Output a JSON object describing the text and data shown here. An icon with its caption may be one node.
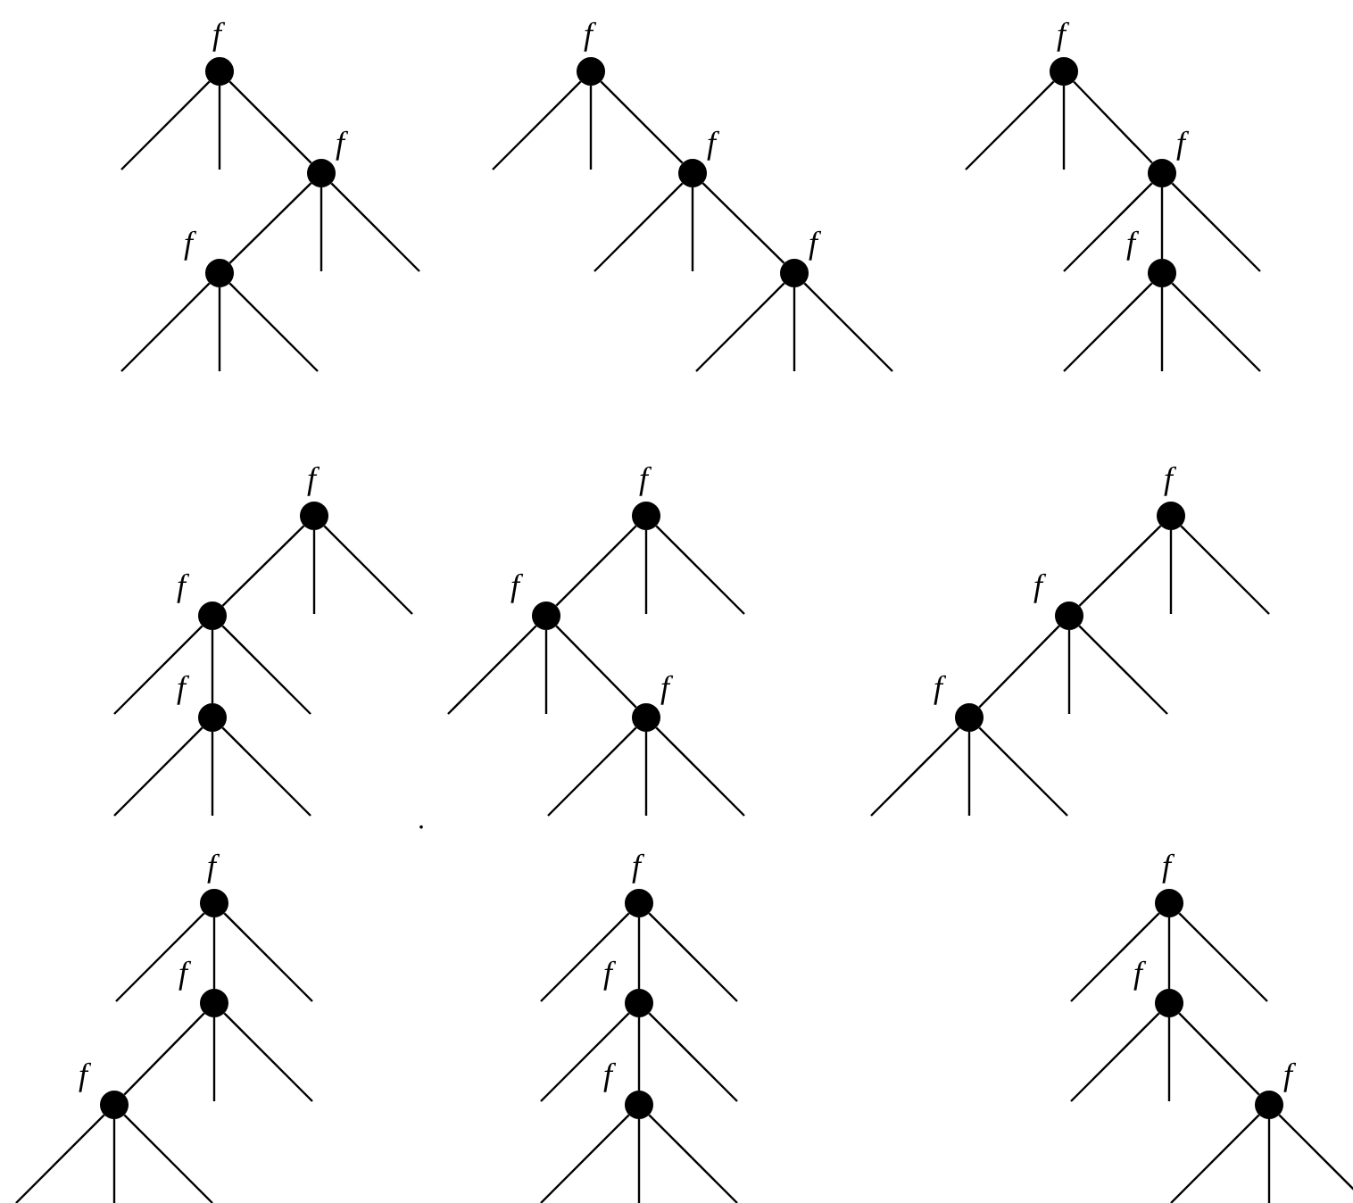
{
  "diagram": {
    "nodes": [
      {
        "text": [],
        "shape": "circle",
        "beside": [
          "f"
        ]
      },
      {
        "text": [],
        "shape": "circle",
        "beside": [
          "f"
        ]
      },
      {
        "text": [],
        "shape": "circle",
        "beside": [
          "f"
        ]
      },
      {
        "text": [],
        "shape": "circle",
        "beside": [
          "f"
        ]
      },
      {
        "text": [],
        "shape": "circle",
        "beside": [
          "f"
        ]
      },
      {
        "text": [],
        "shape": "circle",
        "beside": [
          "f"
        ]
      },
      {
        "text": [],
        "shape": "circle",
        "beside": [
          "f"
        ]
      },
      {
        "text": [],
        "shape": "circle",
        "beside": [
          "f"
        ]
      },
      {
        "text": [],
        "shape": "circle",
        "beside": [
          "f"
        ]
      },
      {
        "text": [],
        "shape": "circle",
        "beside": [
          "f"
        ]
      },
      {
        "text": [],
        "shape": "circle",
        "beside": [
          "f"
        ]
      },
      {
        "text": [],
        "shape": "circle",
        "beside": [
          "f"
        ]
      },
      {
        "text": [],
        "shape": "circle",
        "beside": [
          "f"
        ]
      },
      {
        "text": [],
        "shape": "circle",
        "beside": [
          "f"
        ]
      },
      {
        "text": [],
        "shape": "circle",
        "beside": [
          "f"
        ]
      },
      {
        "text": [],
        "shape": "circle",
        "beside": [
          "f"
        ]
      },
      {
        "text": [],
        "shape": "circle",
        "beside": [
          "f"
        ]
      },
      {
        "text": [],
        "shape": "circle",
        "beside": [
          "f"
        ]
      },
      {
        "text": [],
        "shape": "circle",
        "beside": [
          "f"
        ]
      },
      {
        "text": [],
        "shape": "circle",
        "beside": [
          "f"
        ]
      },
      {
        "text": [],
        "shape": "circle",
        "beside": [
          "f"
        ]
      },
      {
        "text": [],
        "shape": "circle",
        "beside": [
          "f"
        ]
      },
      {
        "text": [],
        "shape": "circle",
        "beside": [
          "f"
        ]
      },
      {
        "text": [],
        "shape": "circle",
        "beside": [
          "f"
        ]
      },
      {
        "text": [],
        "shape": "circle",
        "beside": [
          "f"
        ]
      },
      {
        "text": [],
        "shape": "circle",
        "beside": [
          "f"
        ]
      },
      {
        "text": [],
        "shape": "circle",
        "beside": [
          "f"
        ]
      }
    ],
    "edges": [
      {
        "from": 0,
        "to": null,
        "arrow": "none"
      },
      {
        "from": 0,
        "to": null,
        "arrow": "none"
      },
      {
        "from": 0,
        "to": 1,
        "arrow": "none"
      },
      {
        "from": 1,
        "to": 2,
        "arrow": "none"
      },
      {
        "from": 1,
        "to": null,
        "arrow": "none"
      },
      {
        "from": 1,
        "to": null,
        "arrow": "none"
      },
      {
        "from": 2,
        "to": null,
        "arrow": "none"
      },
      {
        "from": 2,
        "to": null,
        "arrow": "none"
      },
      {
        "from": 2,
        "to": null,
        "arrow": "none"
      },
      {
        "from": 3,
        "to": null,
        "arrow": "none"
      },
      {
        "from": 3,
        "to": null,
        "arrow": "none"
      },
      {
        "from": 3,
        "to": 4,
        "arrow": "none"
      },
      {
        "from": 4,
        "to": null,
        "arrow": "none"
      },
      {
        "from": 4,
        "to": null,
        "arrow": "none"
      },
      {
        "from": 4,
        "to": 5,
        "arrow": "none"
      },
      {
        "from": 5,
        "to": null,
        "arrow": "none"
      },
      {
        "from": 5,
        "to": null,
        "arrow": "none"
      },
      {
        "from": 5,
        "to": null,
        "arrow": "none"
      },
      {
        "from": 6,
        "to": null,
        "arrow": "none"
      },
      {
        "from": 6,
        "to": null,
        "arrow": "none"
      },
      {
        "from": 6,
        "to": 7,
        "arrow": "none"
      },
      {
        "from": 7,
        "to": null,
        "arrow": "none"
      },
      {
        "from": 7,
        "to": 8,
        "arrow": "none"
      },
      {
        "from": 7,
        "to": null,
        "arrow": "none"
      },
      {
        "from": 8,
        "to": null,
        "arrow": "none"
      },
      {
        "from": 8,
        "to": null,
        "arrow": "none"
      },
      {
        "from": 8,
        "to": null,
        "arrow": "none"
      },
      {
        "from": 9,
        "to": 10,
        "arrow": "none"
      },
      {
        "from": 9,
        "to": null,
        "arrow": "none"
      },
      {
        "from": 9,
        "to": null,
        "arrow": "none"
      },
      {
        "from": 10,
        "to": null,
        "arrow": "none"
      },
      {
        "from": 10,
        "to": 11,
        "arrow": "none"
      },
      {
        "from": 10,
        "to": null,
        "arrow": "none"
      },
      {
        "from": 11,
        "to": null,
        "arrow": "none"
      },
      {
        "from": 11,
        "to": null,
        "arrow": "none"
      },
      {
        "from": 11,
        "to": null,
        "arrow": "none"
      },
      {
        "from": 12,
        "to": 13,
        "arrow": "none"
      },
      {
        "from": 12,
        "to": null,
        "arrow": "none"
      },
      {
        "from": 12,
        "to": null,
        "arrow": "none"
      },
      {
        "from": 13,
        "to": null,
        "arrow": "none"
      },
      {
        "from": 13,
        "to": null,
        "arrow": "none"
      },
      {
        "from": 13,
        "to": 14,
        "arrow": "none"
      },
      {
        "from": 14,
        "to": null,
        "arrow": "none"
      },
      {
        "from": 14,
        "to": null,
        "arrow": "none"
      },
      {
        "from": 14,
        "to": null,
        "arrow": "none"
      },
      {
        "from": 15,
        "to": 16,
        "arrow": "none"
      },
      {
        "from": 15,
        "to": null,
        "arrow": "none"
      },
      {
        "from": 15,
        "to": null,
        "arrow": "none"
      },
      {
        "from": 16,
        "to": 17,
        "arrow": "none"
      },
      {
        "from": 16,
        "to": null,
        "arrow": "none"
      },
      {
        "from": 16,
        "to": null,
        "arrow": "none"
      },
      {
        "from": 17,
        "to": null,
        "arrow": "none"
      },
      {
        "from": 17,
        "to": null,
        "arrow": "none"
      },
      {
        "from": 17,
        "to": null,
        "arrow": "none"
      },
      {
        "from": 18,
        "to": null,
        "arrow": "none"
      },
      {
        "from": 18,
        "to": 19,
        "arrow": "none"
      },
      {
        "from": 18,
        "to": null,
        "arrow": "none"
      },
      {
        "from": 19,
        "to": 20,
        "arrow": "none"
      },
      {
        "from": 19,
        "to": null,
        "arrow": "none"
      },
      {
        "from": 19,
        "to": null,
        "arrow": "none"
      },
      {
        "from": 20,
        "to": null,
        "arrow": "none"
      },
      {
        "from": 20,
        "to": null,
        "arrow": "none"
      },
      {
        "from": 20,
        "to": null,
        "arrow": "none"
      },
      {
        "from": 21,
        "to": null,
        "arrow": "none"
      },
      {
        "from": 21,
        "to": 22,
        "arrow": "none"
      },
      {
        "from": 21,
        "to": null,
        "arrow": "none"
      },
      {
        "from": 22,
        "to": null,
        "arrow": "none"
      },
      {
        "from": 22,
        "to": 23,
        "arrow": "none"
      },
      {
        "from": 22,
        "to": null,
        "arrow": "none"
      },
      {
        "from": 23,
        "to": null,
        "arrow": "none"
      },
      {
        "from": 23,
        "to": null,
        "arrow": "none"
      },
      {
        "from": 23,
        "to": null,
        "arrow": "none"
      },
      {
        "from": 24,
        "to": null,
        "arrow": "none"
      },
      {
        "from": 24,
        "to": 25,
        "arrow": "none"
      },
      {
        "from": 24,
        "to": null,
        "arrow": "none"
      },
      {
        "from": 25,
        "to": null,
        "arrow": "none"
      },
      {
        "from": 25,
        "to": null,
        "arrow": "none"
      },
      {
        "from": 25,
        "to": 26,
        "arrow": "none"
      },
      {
        "from": 26,
        "to": null,
        "arrow": "none"
      },
      {
        "from": 26,
        "to": null,
        "arrow": "none"
      },
      {
        "from": 26,
        "to": null,
        "arrow": "none"
      }
    ],
    "labels": [
      "."
    ]
  }
}
